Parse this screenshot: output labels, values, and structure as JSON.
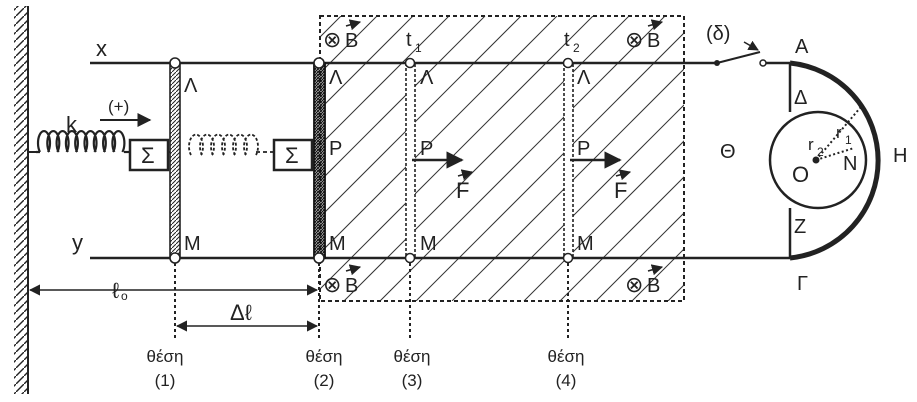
{
  "labels": {
    "rail_top": "x",
    "rail_bottom": "y",
    "spring": "k",
    "positive_dir": "(+)",
    "mass": "Σ",
    "lambda": "Λ",
    "mu": "Μ",
    "rho": "Ρ",
    "force": "F",
    "field": "B",
    "field_symbol": "⊗",
    "time_symbol": "t",
    "t1_sub": "1",
    "t2_sub": "2",
    "switch": "(δ)",
    "point_A": "Α",
    "point_Gamma": "Γ",
    "point_Delta": "Δ",
    "point_Z": "Ζ",
    "point_Theta": "Θ",
    "point_N": "Ν",
    "point_H": "Η",
    "center_O": "Ο",
    "radius_symbol": "r",
    "r1_sub": "1",
    "r2_sub": "2",
    "natural_length": "ℓ",
    "natural_length_sub": "o",
    "delta_length": "Δℓ"
  },
  "positions": [
    {
      "word": "θέση",
      "number": "(1)"
    },
    {
      "word": "θέση",
      "number": "(2)"
    },
    {
      "word": "θέση",
      "number": "(3)"
    },
    {
      "word": "θέση",
      "number": "(4)"
    }
  ],
  "colors": {
    "ink": "#222222",
    "background": "#ffffff"
  }
}
